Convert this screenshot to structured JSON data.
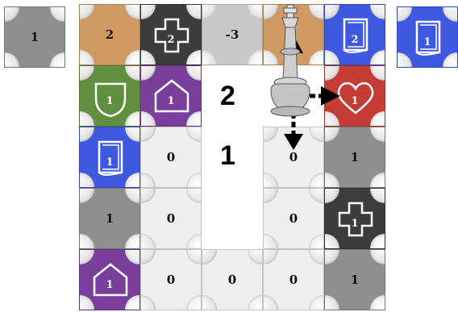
{
  "board": {
    "tiles": [
      {
        "id": "left-1",
        "color": "#8f8f8f",
        "emblem": "none",
        "value": "1",
        "text": "dark"
      },
      {
        "id": "r0c0",
        "color": "#d09a64",
        "emblem": "none",
        "value": "2",
        "text": "dark"
      },
      {
        "id": "r0c1",
        "color": "#3c3c3c",
        "emblem": "cross",
        "value": "2",
        "text": "light"
      },
      {
        "id": "r0c2",
        "color": "#c8c8c8",
        "emblem": "none",
        "value": "-3",
        "text": "dark"
      },
      {
        "id": "r0c3",
        "color": "#d09a64",
        "emblem": "none",
        "value": "",
        "text": "dark"
      },
      {
        "id": "r0c4",
        "color": "#3f58e0",
        "emblem": "book",
        "value": "2",
        "text": "light"
      },
      {
        "id": "right-1",
        "color": "#3f58e0",
        "emblem": "book",
        "value": "1",
        "text": "light"
      },
      {
        "id": "r1c0",
        "color": "#5f8f3f",
        "emblem": "shield",
        "value": "1",
        "text": "light"
      },
      {
        "id": "r1c1",
        "color": "#7a3f9a",
        "emblem": "house",
        "value": "1",
        "text": "light"
      },
      {
        "id": "r1c4",
        "color": "#c43c34",
        "emblem": "heart",
        "value": "1",
        "text": "light"
      },
      {
        "id": "r2c0",
        "color": "#3f58e0",
        "emblem": "book",
        "value": "1",
        "text": "light"
      },
      {
        "id": "r2c1",
        "color": "#eeeeee",
        "emblem": "none",
        "value": "0",
        "text": "dark"
      },
      {
        "id": "r2c3",
        "color": "#eeeeee",
        "emblem": "none",
        "value": "0",
        "text": "dark"
      },
      {
        "id": "r2c4",
        "color": "#8f8f8f",
        "emblem": "none",
        "value": "1",
        "text": "dark"
      },
      {
        "id": "r3c0",
        "color": "#8f8f8f",
        "emblem": "none",
        "value": "1",
        "text": "dark"
      },
      {
        "id": "r3c1",
        "color": "#eeeeee",
        "emblem": "none",
        "value": "0",
        "text": "dark"
      },
      {
        "id": "r3c3",
        "color": "#eeeeee",
        "emblem": "none",
        "value": "0",
        "text": "dark"
      },
      {
        "id": "r3c4",
        "color": "#3c3c3c",
        "emblem": "cross",
        "value": "1",
        "text": "light"
      },
      {
        "id": "r4c0",
        "color": "#7a3f9a",
        "emblem": "house",
        "value": "1",
        "text": "light"
      },
      {
        "id": "r4c1",
        "color": "#eeeeee",
        "emblem": "none",
        "value": "0",
        "text": "dark"
      },
      {
        "id": "r4c2",
        "color": "#eeeeee",
        "emblem": "none",
        "value": "0",
        "text": "dark"
      },
      {
        "id": "r4c3",
        "color": "#eeeeee",
        "emblem": "none",
        "value": "0",
        "text": "dark"
      },
      {
        "id": "r4c4",
        "color": "#8f8f8f",
        "emblem": "none",
        "value": "1",
        "text": "dark"
      }
    ]
  },
  "labels": {
    "distance_two": "2",
    "distance_one": "1"
  },
  "piece": {
    "name": "king",
    "color": "#d9d9d9",
    "glyph": "♚"
  },
  "arrows": [
    "up",
    "down",
    "right"
  ]
}
